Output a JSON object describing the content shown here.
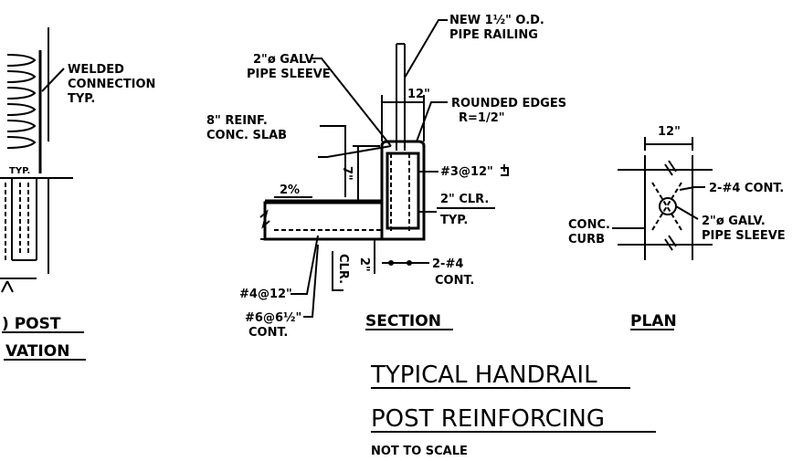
{
  "elevation": {
    "welded_connection": [
      "WELDED",
      "CONNECTION",
      "TYP."
    ],
    "typ_small": "TYP.",
    "title_line1": ") POST",
    "title_line2": "VATION"
  },
  "section": {
    "new_pipe_railing": [
      "NEW 1½\" O.D.",
      "PIPE RAILING"
    ],
    "pipe_sleeve": [
      "2\"ø GALV.",
      "PIPE SLEEVE"
    ],
    "dim_12": "12\"",
    "rounded_edges": [
      "ROUNDED EDGES",
      "R=1/2\""
    ],
    "slab": [
      "8\" REINF.",
      "CONC. SLAB"
    ],
    "dim_7": "7\"",
    "slope": "2%",
    "stirrup": "#3@12\"",
    "clr_typ": [
      "2\" CLR.",
      "TYP."
    ],
    "bar_4_12": "#4@12\"",
    "dim_2": "2\"",
    "clr": "CLR.",
    "bars_2_4_cont": [
      "2-#4",
      "CONT."
    ],
    "bar_6": [
      "#6@6½\"",
      "CONT."
    ],
    "title": "SECTION"
  },
  "plan": {
    "dim_12": "12\"",
    "bars_4_cont": "2-#4 CONT.",
    "conc_curb": [
      "CONC.",
      "CURB"
    ],
    "pipe_sleeve": [
      "2\"ø GALV.",
      "PIPE SLEEVE"
    ],
    "title": "PLAN"
  },
  "main_title": {
    "line1": "TYPICAL HANDRAIL",
    "line2": "POST REINFORCING",
    "scale": "NOT TO SCALE"
  }
}
